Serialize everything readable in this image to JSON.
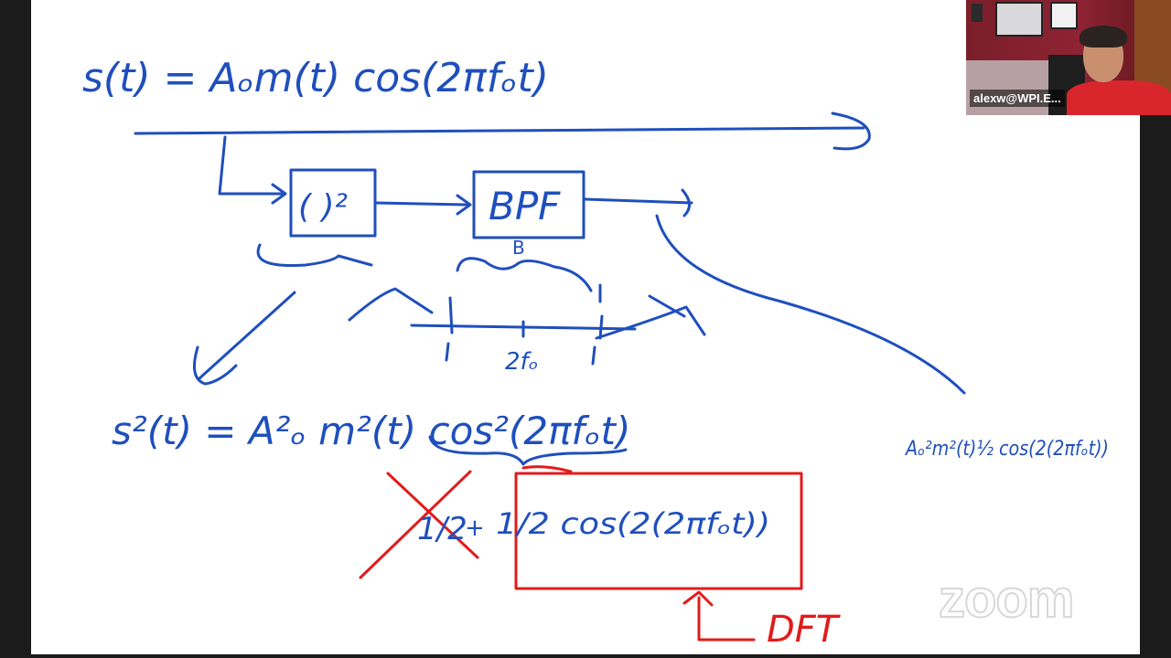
{
  "participant": {
    "name_label": "alexw@WPI.E..."
  },
  "watermark": {
    "brand": "zoom"
  },
  "board": {
    "eq_signal": "s(t) = Aₒm(t) cos(2πfₒt)",
    "block_square": "( )²",
    "block_bpf": "BPF",
    "bandwidth_label": "B",
    "axis_center": "2fₒ",
    "eq_squared": "s²(t) = A²ₒ m²(t) cos²(2πfₒt)",
    "expansion_half": "1/2",
    "expansion_plus": "+",
    "expansion_term": "1/2 cos(2(2πfₒt))",
    "output_expr": "Aₒ²m²(t)½ cos(2(2πfₒt))",
    "dft_label": "DFT"
  },
  "colors": {
    "ink_blue": "#1f4fbd",
    "ink_red": "#e11b1b",
    "board_bg": "#ffffff",
    "frame_bg": "#1b1b1b"
  }
}
